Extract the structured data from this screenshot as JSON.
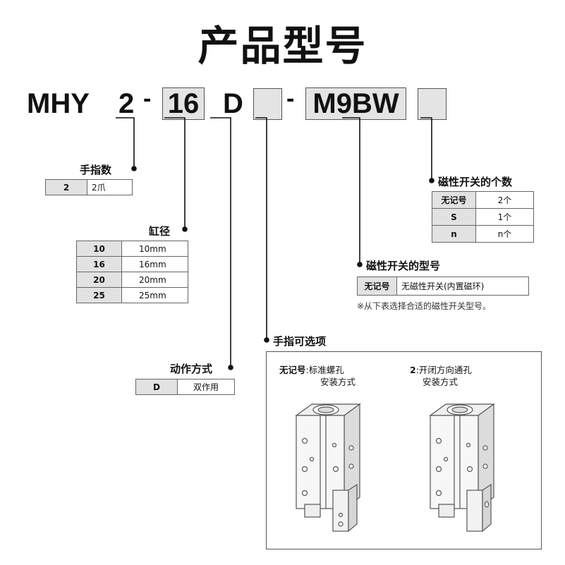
{
  "title": "产品型号",
  "model_code": {
    "prefix": "MHY",
    "fingers": "2",
    "sep1": "-",
    "bore": "16",
    "action": "D",
    "finger_option": "",
    "sep2": "-",
    "switch": "M9BW",
    "switch_count": ""
  },
  "fingers": {
    "label": "手指数",
    "rows": [
      {
        "key": "2",
        "value": "2爪"
      }
    ]
  },
  "bore": {
    "label": "缸径",
    "rows": [
      {
        "key": "10",
        "value": "10mm"
      },
      {
        "key": "16",
        "value": "16mm"
      },
      {
        "key": "20",
        "value": "20mm"
      },
      {
        "key": "25",
        "value": "25mm"
      }
    ]
  },
  "action": {
    "label": "动作方式",
    "rows": [
      {
        "key": "D",
        "value": "双作用"
      }
    ]
  },
  "switch_count": {
    "label": "磁性开关的个数",
    "rows": [
      {
        "key": "无记号",
        "value": "2个"
      },
      {
        "key": "S",
        "value": "1个"
      },
      {
        "key": "n",
        "value": "n个"
      }
    ]
  },
  "switch_type": {
    "label": "磁性开关的型号",
    "rows": [
      {
        "key": "无记号",
        "value": "无磁性开关(内置磁环)"
      }
    ],
    "note": "※从下表选择合适的磁性开关型号。"
  },
  "finger_options": {
    "label": "手指可选项",
    "options": [
      {
        "key": "无记号",
        "sep": ":",
        "line1": "标准螺孔",
        "line2": "安装方式"
      },
      {
        "key": "2",
        "sep": ":",
        "line1": "开闭方向通孔",
        "line2": "安装方式"
      }
    ]
  },
  "colors": {
    "box_fill": "#e4e4e4",
    "line": "#111111",
    "table_key_fill": "#e2e2e2"
  }
}
